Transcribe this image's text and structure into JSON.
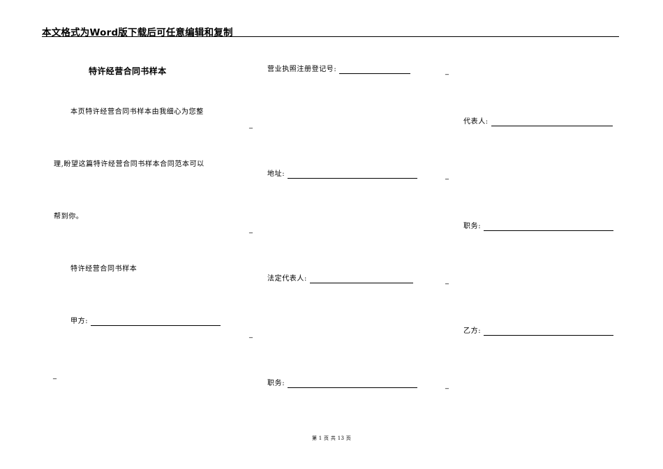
{
  "header": {
    "title": "本文格式为Word版下载后可任意编辑和复制"
  },
  "document": {
    "title": "特许经营合同书样本",
    "intro_line1": "本页特许经营合同书样本由我细心为您整",
    "intro_line2": "理,盼望这篇特许经营合同书样本合同范本可以",
    "intro_line3": "帮到你。",
    "subtitle": "特许经营合同书样本",
    "party_a_label": "甲方:",
    "license_label": "营业执照注册登记号:",
    "address_label": "地址:",
    "legal_rep_label": "法定代表人:",
    "position_label_1": "职务:",
    "representative_label": "代表人:",
    "position_label_2": "职务:",
    "party_b_label": "乙方:",
    "dash_mark": "_"
  },
  "footer": {
    "page_info": "第 1 页 共 13 页"
  }
}
